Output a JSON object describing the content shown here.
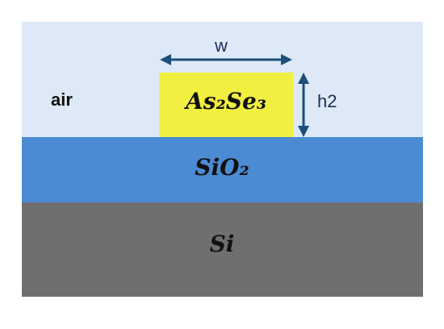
{
  "layers": {
    "air": "air",
    "sio2": "SiO₂",
    "si": "Si"
  },
  "waveguide": {
    "material": "As₂Se₃"
  },
  "dimensions": {
    "width_label": "w",
    "height_label": "h2"
  },
  "colors": {
    "air": "#dde9f6",
    "sio2": "#4a8bd3",
    "si": "#6f6f6f",
    "waveguide": "#f1ef3f",
    "arrow": "#1d4f7a"
  }
}
